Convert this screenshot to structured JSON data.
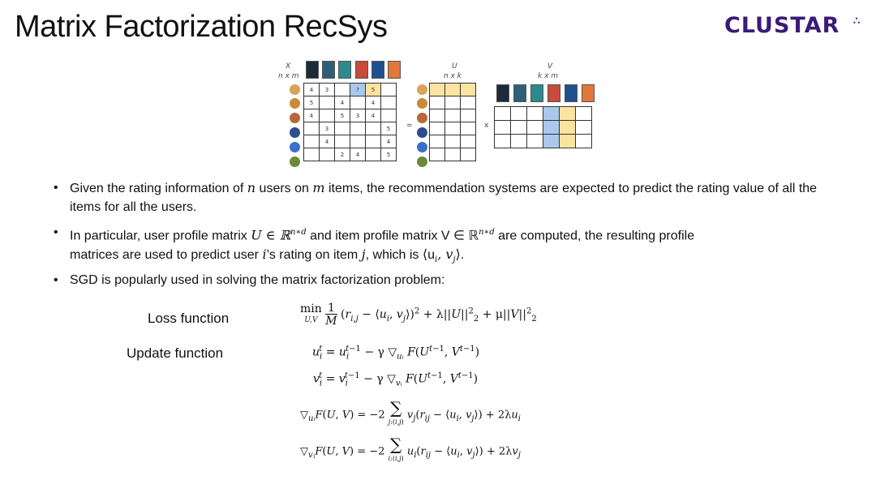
{
  "title": "Matrix Factorization RecSys",
  "logo": {
    "text": "CLUSTAR",
    "dots": "∴"
  },
  "figure": {
    "x_label": "X",
    "x_dims": "n x m",
    "u_label": "U",
    "u_dims": "n x k",
    "v_label": "V",
    "v_dims": "k x m",
    "equals": "=",
    "times": "x",
    "x_rows": [
      [
        "4",
        "3",
        "",
        "?",
        "5",
        ""
      ],
      [
        "5",
        "",
        "4",
        "",
        "4",
        ""
      ],
      [
        "4",
        "",
        "5",
        "3",
        "4",
        ""
      ],
      [
        "",
        "3",
        "",
        "",
        "",
        "5"
      ],
      [
        "",
        "4",
        "",
        "",
        "",
        "4"
      ],
      [
        "",
        "",
        "2",
        "4",
        "",
        "5"
      ]
    ],
    "colors": {
      "yellow": "#fbe3a0",
      "blue": "#a9c8ec",
      "logo": "#3b1a78"
    }
  },
  "bullets": [
    {
      "pre": "Given the rating information of ",
      "m1": "n",
      "mid": " users on ",
      "m2": "m",
      "post": " items, the recommendation systems are expected to predict the rating value of all the items for all the users."
    },
    {
      "line1a": "In particular, user profile matrix ",
      "line1m": "U ∈ ℝ",
      "line1sup": "n∗d",
      "line1b": " and item profile matrix V ∈ ℝ",
      "line1sup2": "n∗d",
      "line1c": "  are computed, the resulting profile",
      "line2a": "matrices are used to predict user ",
      "line2m": "i",
      "line2b": "’s rating on item ",
      "line2m2": "j",
      "line2c": ", which is ⟨u",
      "line2d": "i",
      "line2e": ", v",
      "line2f": "j",
      "line2g": "⟩."
    },
    {
      "text": "SGD is popularly used in solving the matrix factorization problem:"
    }
  ],
  "labels": {
    "loss": "Loss function",
    "update": "Update function"
  }
}
